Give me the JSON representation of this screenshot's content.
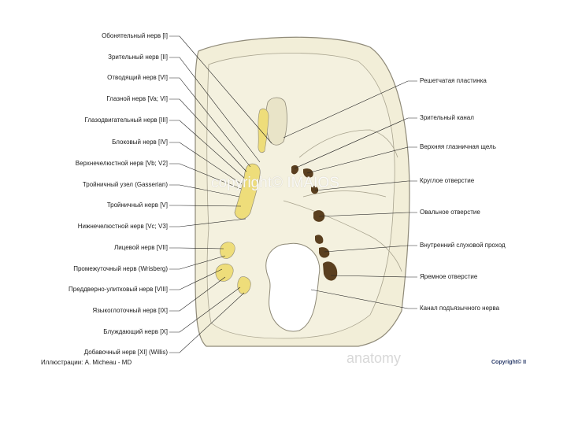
{
  "left_labels": [
    "Обонятельный нерв [I]",
    "Зрительный нерв [II]",
    "Отводящий нерв [VI]",
    "Глазной нерв [Va; VI]",
    "Глазодвигательный нерв [III]",
    "Блоковый нерв [IV]",
    "Верхнечелюстной нерв [Vb; V2]",
    "Тройничный узел (Gasserian)",
    "Тройничный нерв [V]",
    "Нижнечелюстной нерв [Vc; V3]",
    "Лицевой нерв [VII]",
    "Промежуточный нерв (Wrisberg)",
    "Преддверно-улитковый нерв [VIII]",
    "Языкоглоточный нерв [IX]",
    "Блуждающий нерв [X]",
    "Добавочный нерв [XI] (Willis)"
  ],
  "right_labels": [
    "Решетчатая пластинка",
    "Зрительный канал",
    "Верхняя глазничная щель",
    "Круглое отверстие",
    "Овальное отверстие",
    "Внутренний слуховой проход",
    "Яремное отверстие",
    "Канал подъязычного нерва"
  ],
  "credit": "Иллюстрации: A. Micheau - MD",
  "watermark": "copyright© IMAIOS",
  "brand": "anatomy",
  "copyright": "Copyright© II",
  "colors": {
    "bone": "#f2eed8",
    "bone_dark": "#e4dfc4",
    "outline": "#8f8a78",
    "nerve": "#eedd7a",
    "foramen": "#5a3f1f",
    "leader": "#222222"
  }
}
